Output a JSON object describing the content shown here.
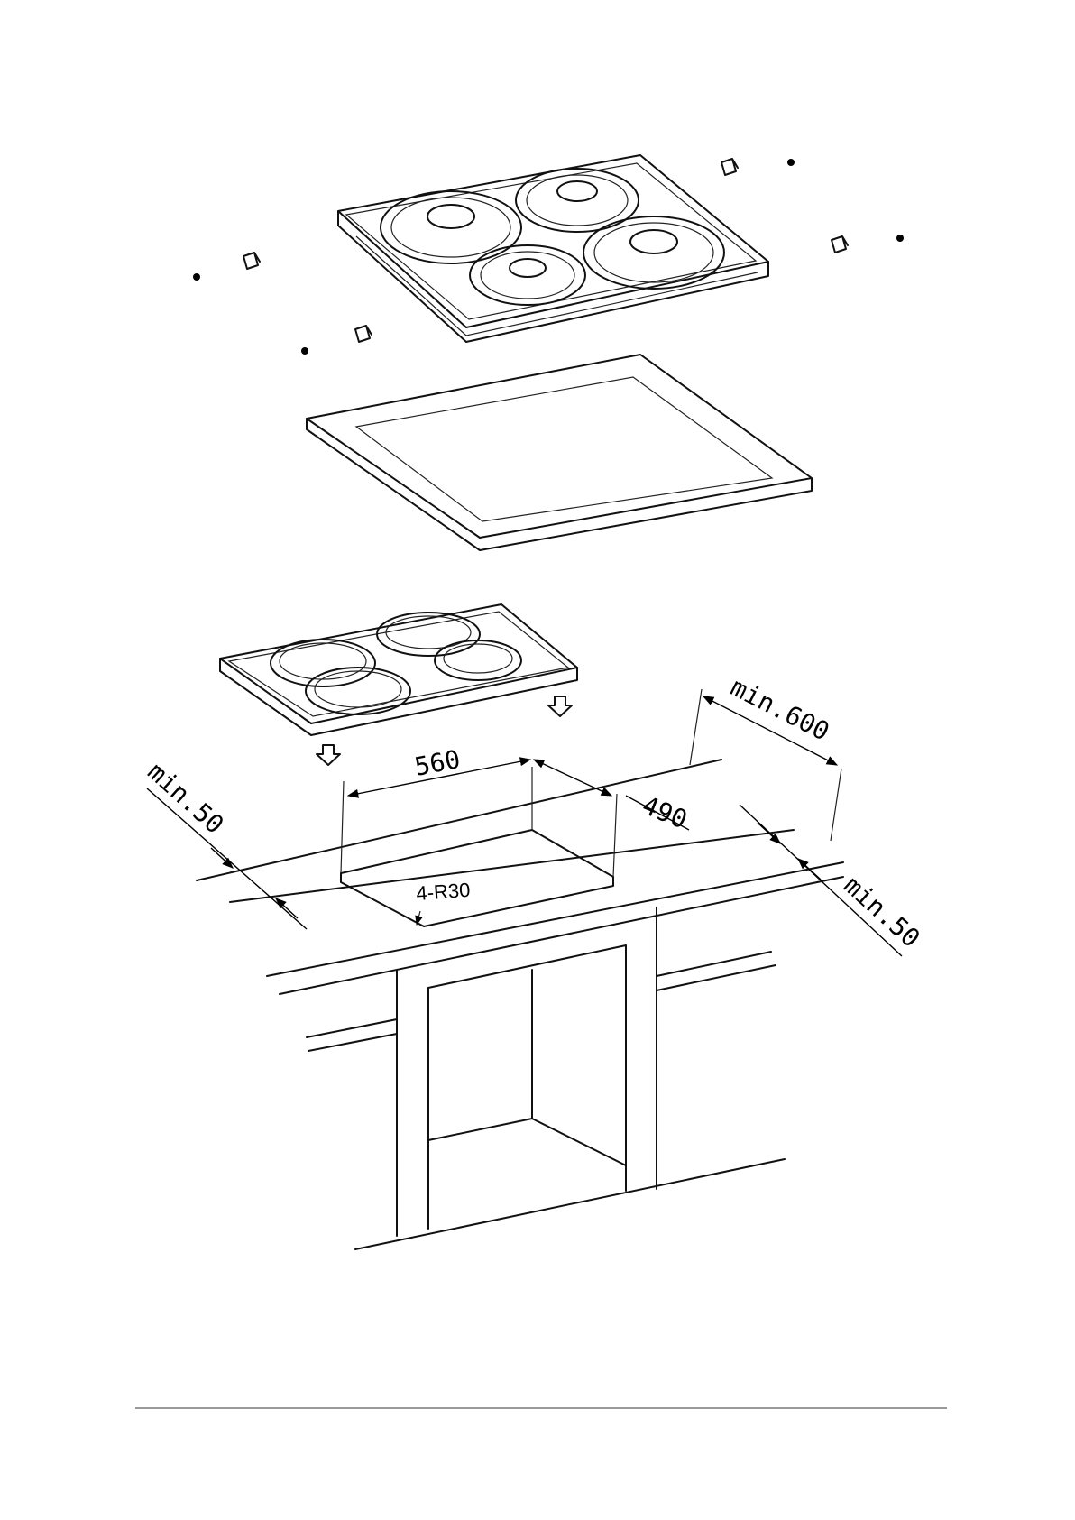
{
  "dimensions": {
    "cutout_width": "560",
    "cutout_depth": "490",
    "min_back": "min.600",
    "min_left": "min.50",
    "min_right": "min.50",
    "corner_radius": "4-R30"
  }
}
